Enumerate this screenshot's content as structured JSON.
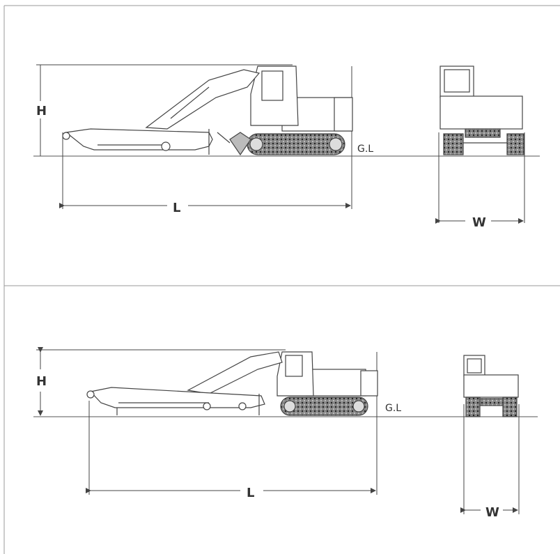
{
  "panels": [
    {
      "id": "top",
      "labels": {
        "height": "H",
        "length": "L",
        "width": "W",
        "ground_line": "G.L"
      }
    },
    {
      "id": "bottom",
      "labels": {
        "height": "H",
        "length": "L",
        "width": "W",
        "ground_line": "G.L"
      }
    }
  ],
  "colors": {
    "line": "#444444",
    "frame": "#999999",
    "track": "#555555"
  }
}
